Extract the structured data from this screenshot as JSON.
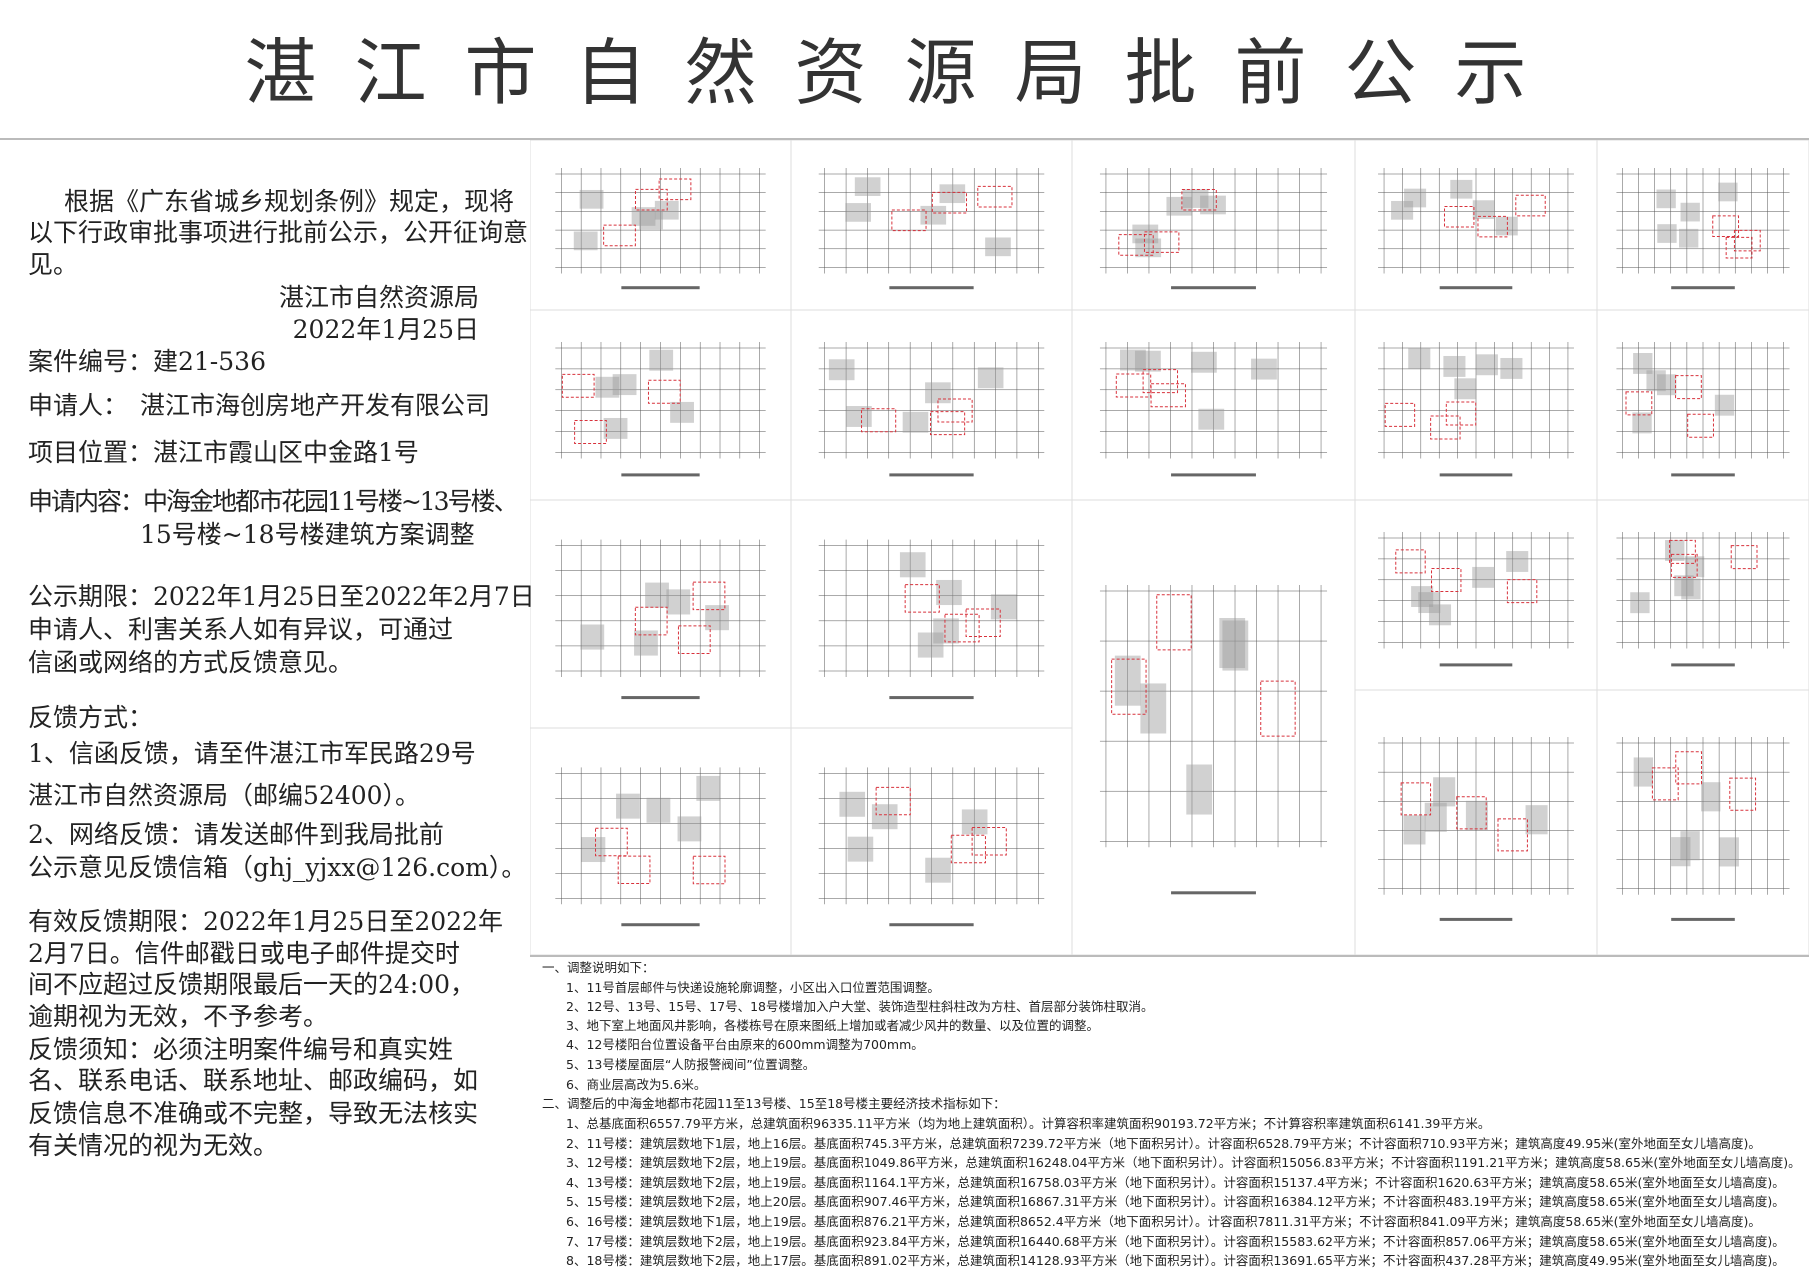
{
  "title": "湛江市自然资源局批前公示",
  "notice": {
    "intro": [
      "根据《广东省城乡规划条例》规定，现将",
      "以下行政审批事项进行批前公示，公开征询意",
      "见。"
    ],
    "issuer": "湛江市自然资源局",
    "date": "2022年1月25日",
    "case_no": "案件编号：建21-536",
    "applicant_label": "申请人：",
    "applicant": "湛江市海创房地产开发有限公司",
    "location": "项目位置：湛江市霞山区中金路1号",
    "content": [
      "申请内容：中海金地都市花园11号楼~13号楼、",
      "15号楼~18号楼建筑方案调整"
    ],
    "period": [
      "公示期限：2022年1月25日至2022年2月7日",
      "申请人、利害关系人如有异议，可通过",
      "信函或网络的方式反馈意见。"
    ],
    "feedback": [
      "反馈方式：",
      "1、信函反馈，请至件湛江市军民路29号",
      "湛江市自然资源局（邮编52400）。",
      "2、网络反馈：请发送邮件到我局批前",
      "公示意见反馈信箱（ghj_yjxx@126.com）。"
    ],
    "validity": [
      "有效反馈期限：2022年1月25日至2022年",
      "2月7日。信件邮戳日或电子邮件提交时",
      "间不应超过反馈期限最后一天的24:00，",
      "逾期视为无效，不予参考。",
      "反馈须知：必须注明案件编号和真实姓",
      "名、联系电话、联系地址、邮政编码，如",
      "反馈信息不准确或不完整，导致无法核实",
      "有关情况的视为无效。"
    ]
  },
  "notes": {
    "heading1": "一、调整说明如下：",
    "items1": [
      "1、11号首层邮件与快递设施轮廓调整，小区出入口位置范围调整。",
      "2、12号、13号、15号、17号、18号楼增加入户大堂、装饰造型柱斜柱改为方柱、首层部分装饰柱取消。",
      "3、地下室上地面风井影响，各楼栋号在原来图纸上增加或者减少风井的数量、以及位置的调整。",
      "4、12号楼阳台位置设备平台由原来的600mm调整为700mm。",
      "5、13号楼屋面层“人防报警阀间”位置调整。",
      "6、商业层高改为5.6米。"
    ],
    "heading2": "二、调整后的中海金地都市花园11至13号楼、15至18号楼主要经济技术指标如下：",
    "items2": [
      "1、总基底面积6557.79平方米，总建筑面积96335.11平方米（均为地上建筑面积）。计算容积率建筑面积90193.72平方米；不计算容积率建筑面积6141.39平方米。",
      "2、11号楼：建筑层数地下1层，地上16层。基底面积745.3平方米，总建筑面积7239.72平方米（地下面积另计）。计容面积6528.79平方米；不计容面积710.93平方米；建筑高度49.95米(室外地面至女儿墙高度)。",
      "3、12号楼：建筑层数地下2层，地上19层。基底面积1049.86平方米，总建筑面积16248.04平方米（地下面积另计）。计容面积15056.83平方米；不计容面积1191.21平方米；建筑高度58.65米(室外地面至女儿墙高度)。",
      "4、13号楼：建筑层数地下2层，地上19层。基底面积1164.1平方米，总建筑面积16758.03平方米（地下面积另计）。计容面积15137.4平方米；不计容面积1620.63平方米；建筑高度58.65米(室外地面至女儿墙高度)。",
      "5、15号楼：建筑层数地下2层，地上20层。基底面积907.46平方米，总建筑面积16867.31平方米（地下面积另计）。计容面积16384.12平方米；不计容面积483.19平方米；建筑高度58.65米(室外地面至女儿墙高度)。",
      "6、16号楼：建筑层数地下1层，地上19层。基底面积876.21平方米，总建筑面积8652.4平方米（地下面积另计）。计容面积7811.31平方米；不计容面积841.09平方米；建筑高度58.65米(室外地面至女儿墙高度)。",
      "7、17号楼：建筑层数地下2层，地上19层。基底面积923.84平方米，总建筑面积16440.68平方米（地下面积另计）。计容面积15583.62平方米；不计容面积857.06平方米；建筑高度58.65米(室外地面至女儿墙高度)。",
      "8、18号楼：建筑层数地下2层，地上17层。基底面积891.02平方米，总建筑面积14128.93平方米（地下面积另计）。计容面积13691.65平方米；不计容面积437.28平方米；建筑高度49.95米(室外地面至女儿墙高度)。"
    ]
  },
  "colors": {
    "redline": "#d8323c",
    "hatch": "#9a9a9a",
    "line": "#555555"
  }
}
